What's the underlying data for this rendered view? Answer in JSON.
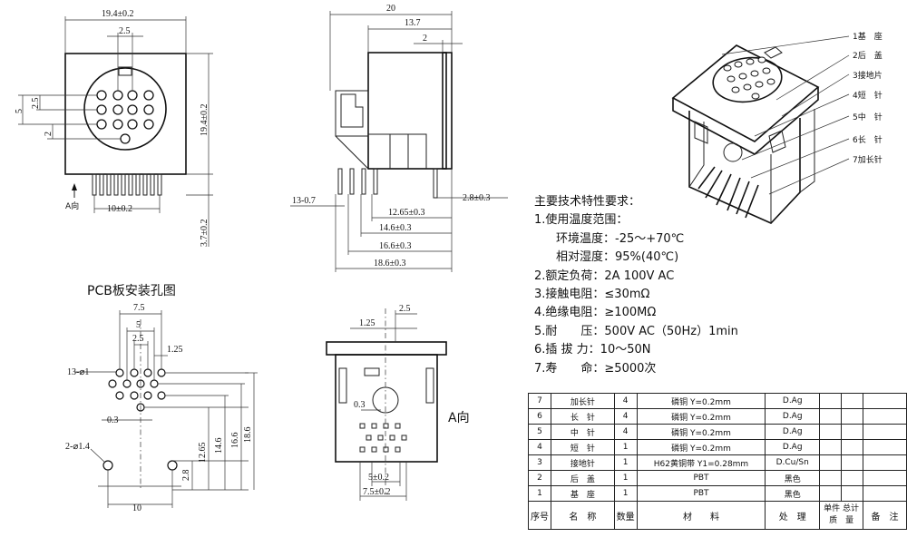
{
  "front_view": {
    "width": "19.4±0.2",
    "height": "19.4±0.2",
    "top_pitch": "2.5",
    "pitch_5": "5",
    "pitch_2_5": "2.5",
    "pitch_2": "2",
    "pin_span": "10±0.2",
    "pin_length": "3.7±0.2",
    "arrow_label": "A向"
  },
  "side_view": {
    "depth": "20",
    "d13_7": "13.7",
    "d2": "2",
    "pins_label": "13-0.7",
    "d2_8": "2.8±0.3",
    "d12_65": "12.65±0.3",
    "d14_6": "14.6±0.3",
    "d16_6": "16.6±0.3",
    "d18_6": "18.6±0.3"
  },
  "pcb_layout": {
    "title": "PCB板安装孔图",
    "d7_5": "7.5",
    "d5": "5",
    "d2_5": "2.5",
    "d1_25": "1.25",
    "holes_13": "13-⌀1",
    "d0_3": "0.3",
    "holes_2": "2-⌀1.4",
    "d10": "10",
    "d2_8": "2.8",
    "d12_65": "12.65",
    "d14_6": "14.6",
    "d16_6": "16.6",
    "d18_6": "18.6"
  },
  "bottom_view": {
    "d1_25": "1.25",
    "d2_5": "2.5",
    "d0_3": "0.3",
    "label": "A向",
    "d5": "5±0.2",
    "d7_5": "7.5±0.2"
  },
  "parts_3d": [
    "1基　座",
    "2后　盖",
    "3接地片",
    "4短　针",
    "5中　针",
    "6长　针",
    "7加长针"
  ],
  "spec": {
    "heading": "主要技术特性要求：",
    "l1": "1.使用温度范围：",
    "l1a": "环境温度：-25～+70℃",
    "l1b": "相对湿度：95%(40℃)",
    "l2": "2.额定负荷：2A 100V AC",
    "l3": "3.接触电阻：≤30mΩ",
    "l4": "4.绝缘电阻：≥100MΩ",
    "l5": "5.耐　　压：500V AC（50Hz）1min",
    "l6": "6.插 拔 力：10～50N",
    "l7": "7.寿　　命：≥5000次"
  },
  "bom": {
    "rows": [
      {
        "no": "7",
        "name": "加长针",
        "qty": "4",
        "material": "磷铜 Y=0.2mm",
        "treat": "D.Ag"
      },
      {
        "no": "6",
        "name": "长　针",
        "qty": "4",
        "material": "磷铜 Y=0.2mm",
        "treat": "D.Ag"
      },
      {
        "no": "5",
        "name": "中　针",
        "qty": "4",
        "material": "磷铜 Y=0.2mm",
        "treat": "D.Ag"
      },
      {
        "no": "4",
        "name": "短　针",
        "qty": "1",
        "material": "磷铜 Y=0.2mm",
        "treat": "D.Ag"
      },
      {
        "no": "3",
        "name": "接地针",
        "qty": "1",
        "material": "H62黄铜带 Y1=0.28mm",
        "treat": "D.Cu/Sn"
      },
      {
        "no": "2",
        "name": "后　盖",
        "qty": "1",
        "material": "PBT",
        "treat": "黑色"
      },
      {
        "no": "1",
        "name": "基　座",
        "qty": "1",
        "material": "PBT",
        "treat": "黑色"
      }
    ],
    "header": {
      "no": "序号",
      "name": "名　称",
      "qty": "数量",
      "material": "材　　料",
      "treat": "处　理",
      "unit": "单件",
      "total": "总计",
      "weight": "质　量",
      "remark": "备　注"
    }
  }
}
